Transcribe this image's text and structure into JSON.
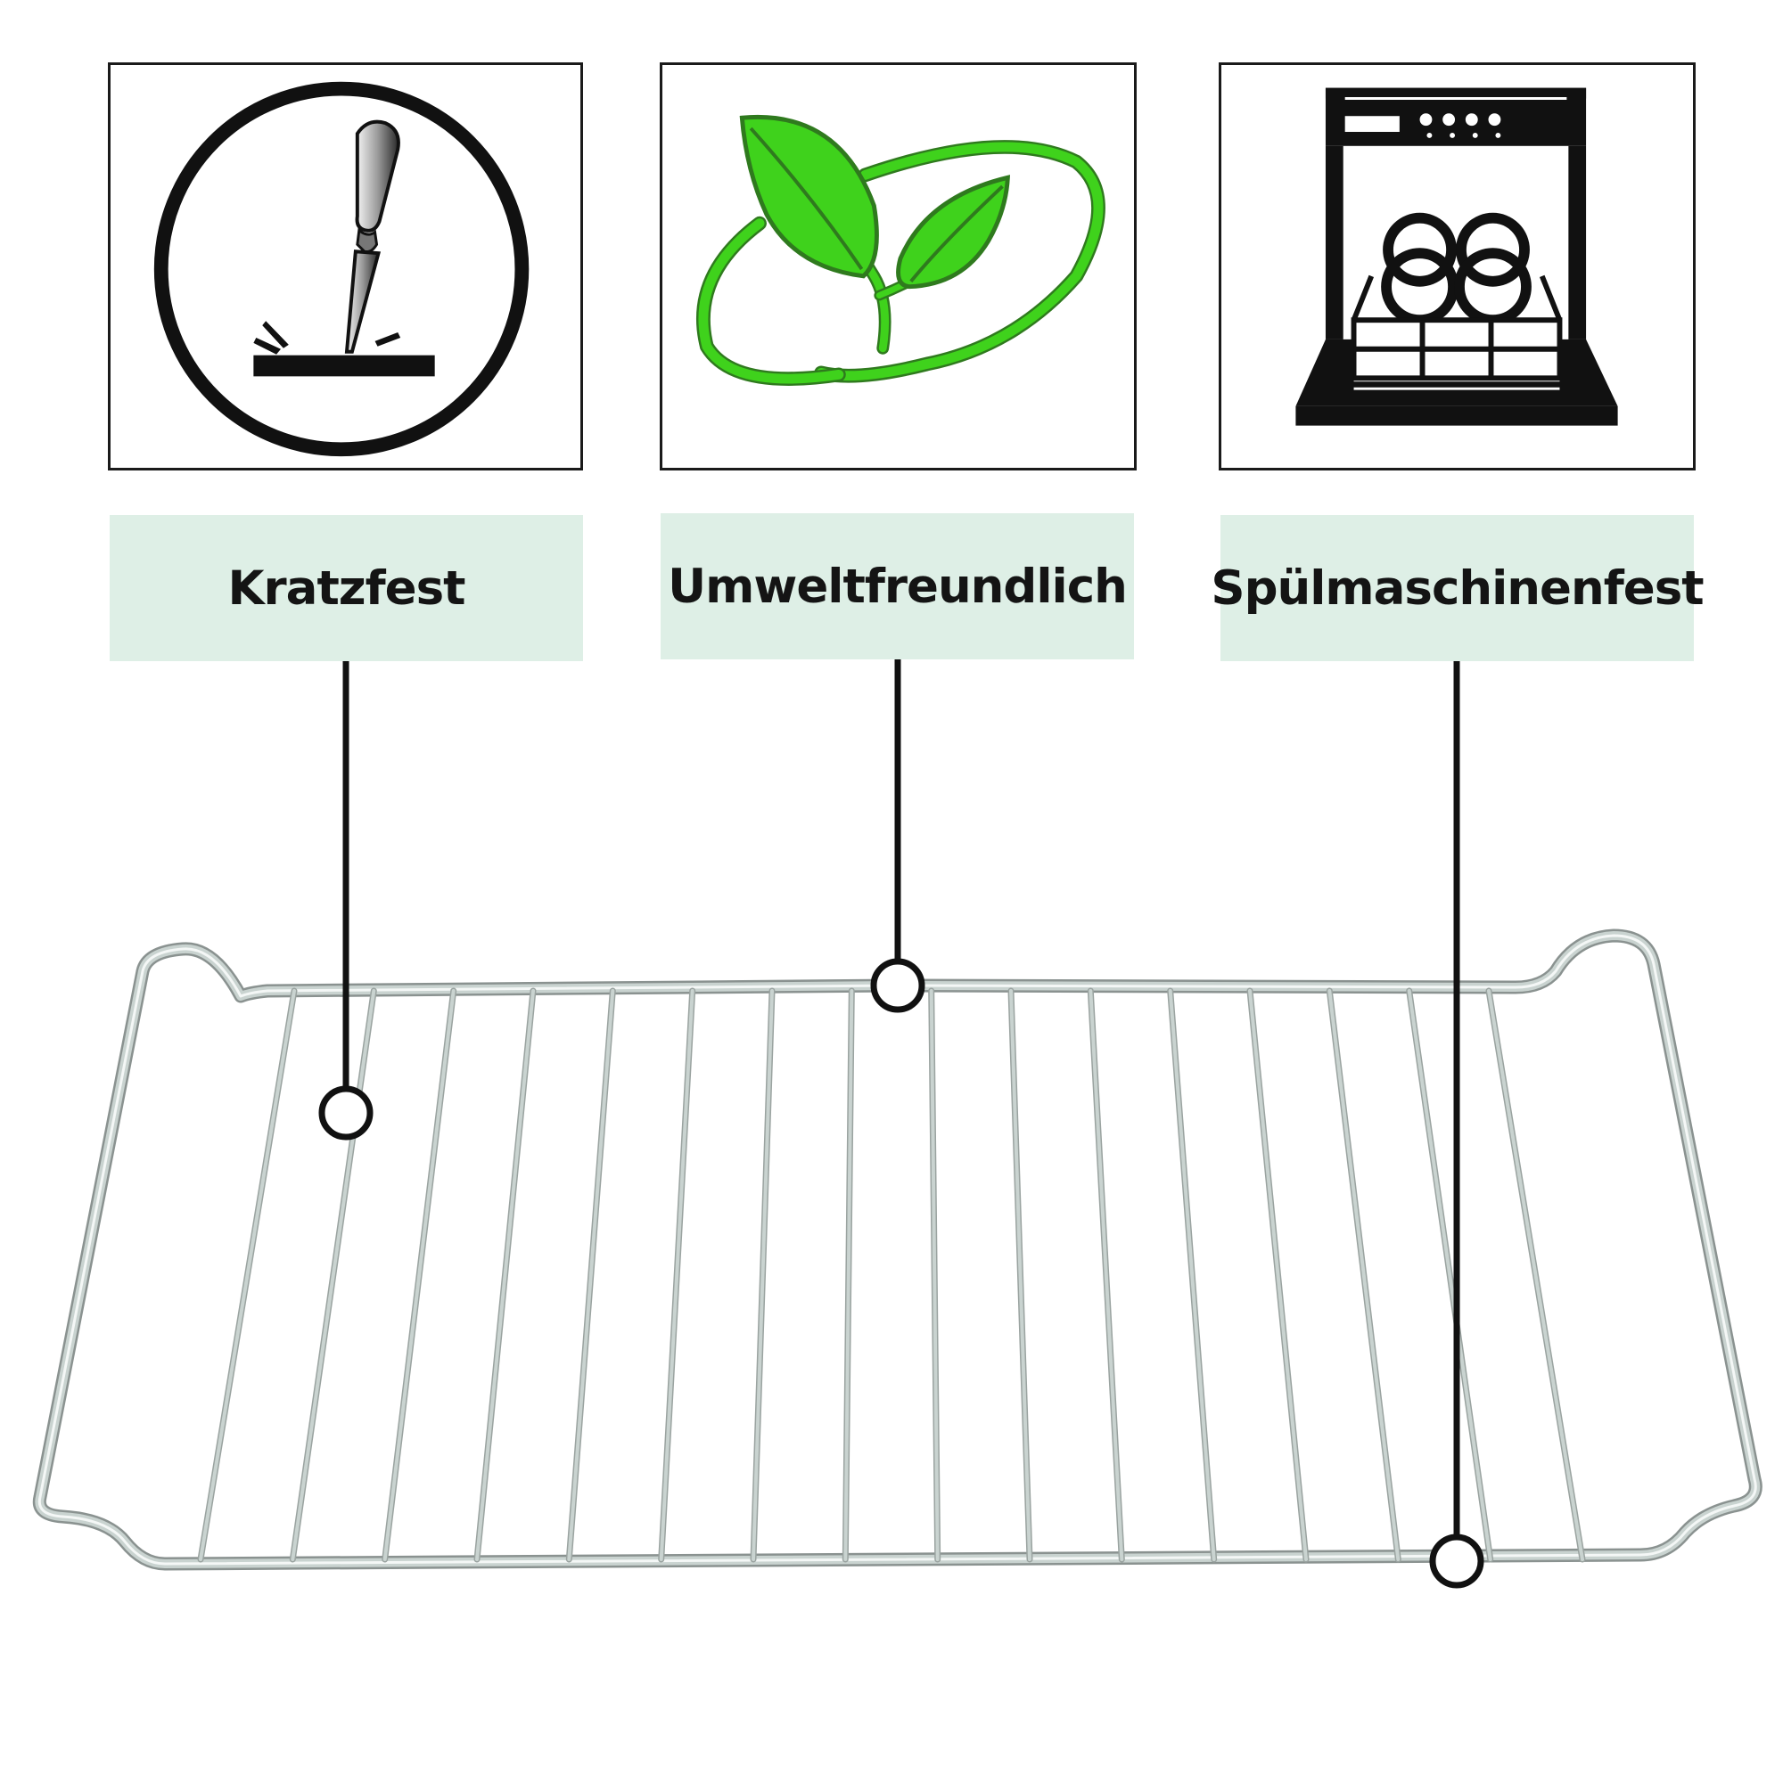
{
  "features": [
    {
      "id": "kratzfest",
      "label": "Kratzfest",
      "icon": "scratch-resistant-icon"
    },
    {
      "id": "umweltfreundlich",
      "label": "Umweltfreundlich",
      "icon": "eco-leaves-icon"
    },
    {
      "id": "spuelmaschinenfest",
      "label": "Spülmaschinenfest",
      "icon": "dishwasher-icon"
    }
  ],
  "colors": {
    "label_background": "#deefe6",
    "leaf_green": "#3fd21c",
    "leaf_outline": "#2f7a1e",
    "ink": "#141414",
    "rack_wire": "#c9d3d0"
  }
}
